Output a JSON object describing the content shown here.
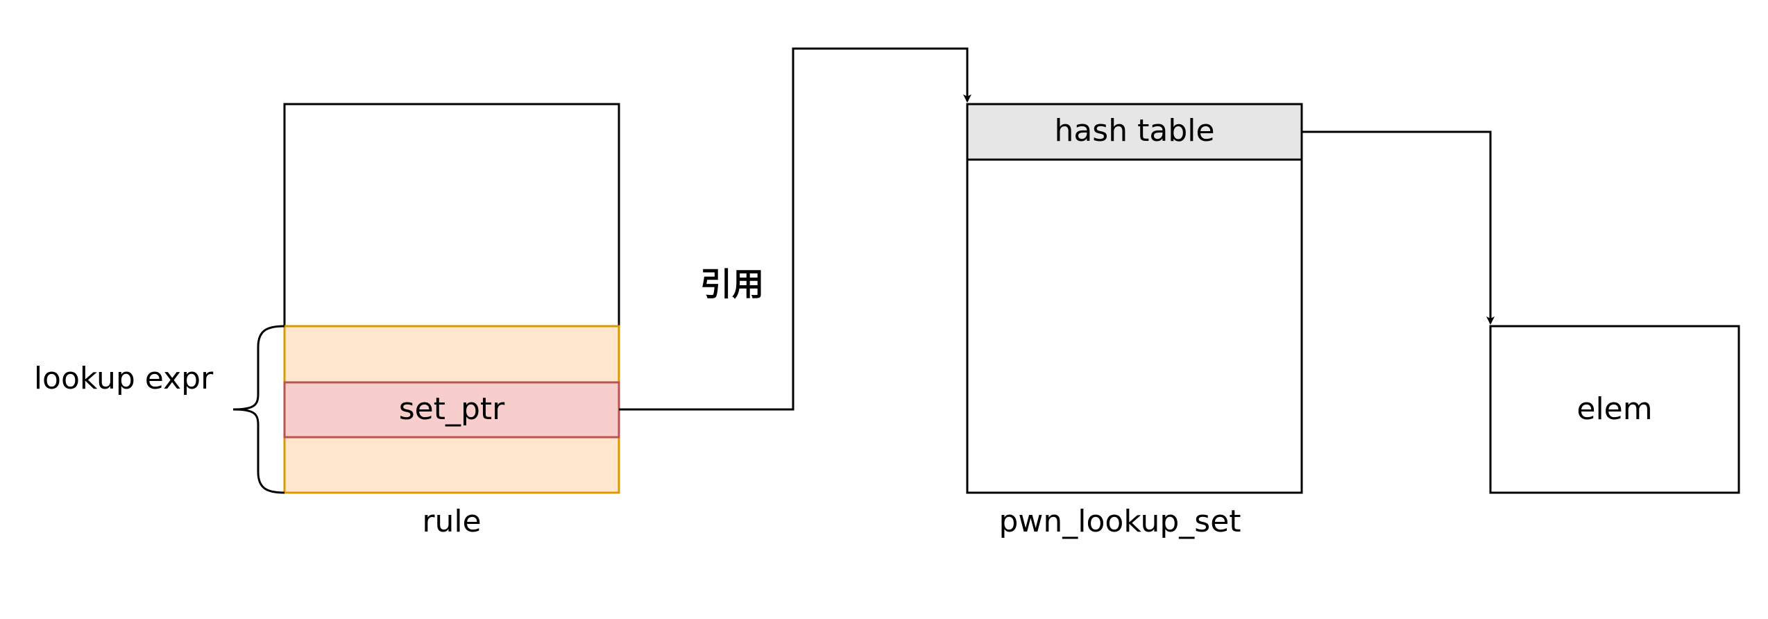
{
  "diagram": {
    "rule": {
      "caption": "rule",
      "field_label": "set_ptr",
      "expr_label": "lookup expr"
    },
    "reference_label": "引用",
    "set": {
      "caption": "pwn_lookup_set",
      "header_label": "hash table"
    },
    "elem": {
      "label": "elem"
    }
  },
  "colors": {
    "stroke": "#000000",
    "expr_fill": "#FFE6CC",
    "expr_stroke": "#D79B00",
    "ptr_fill": "#F8CECC",
    "ptr_stroke": "#B85450",
    "header_fill": "#E6E6E6"
  }
}
